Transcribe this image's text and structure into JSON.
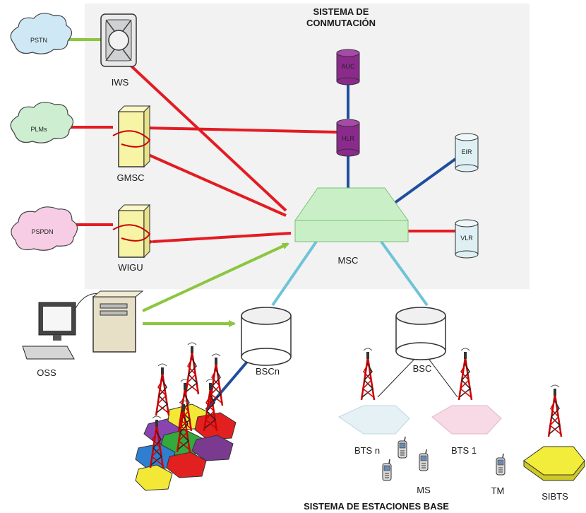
{
  "titles": {
    "switching_system_line1": "SISTEMA DE",
    "switching_system_line2": "CONMUTACIÓN",
    "base_station_system": "SISTEMA DE ESTACIONES BASE"
  },
  "networks": {
    "pstn": "PSTN",
    "plms": "PLMs",
    "pspdn": "PSPDN"
  },
  "nodes": {
    "iws": "IWS",
    "gmsc": "GMSC",
    "wigu": "WIGU",
    "auc": "AUC",
    "hlr": "HLR",
    "eir": "EIR",
    "vlr": "VLR",
    "msc": "MSC",
    "oss": "OSS",
    "bscn": "BSCn",
    "bsc": "BSC",
    "bts_n": "BTS n",
    "bts_1": "BTS 1",
    "ms": "MS",
    "tm": "TM",
    "sibts": "SIBTS"
  },
  "colors": {
    "signal_link": "#e31b23",
    "data_link": "#1f4e9e",
    "radio_link": "#6fc3d8",
    "oss_link": "#8cc63f",
    "switching_area": "#f1f2f1",
    "database": "#8b2a8c",
    "msc": "#c9efc6"
  },
  "icons": [
    "cloud-icon",
    "server-icon",
    "switch-icon",
    "database-icon",
    "tower-icon",
    "phone-icon",
    "computer-icon"
  ]
}
